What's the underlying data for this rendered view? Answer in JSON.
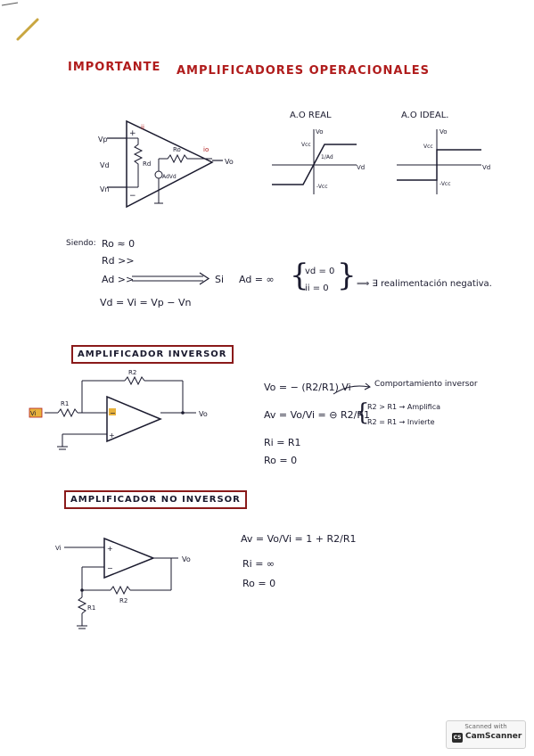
{
  "header": {
    "importante": "IMPORTANTE",
    "title": "AMPLIFICADORES OPERACIONALES"
  },
  "diagram1": {
    "vp": "Vp",
    "vd": "Vd",
    "vn": "Vn",
    "ii": "ii",
    "rd": "Rd",
    "ro": "Ro",
    "advd": "AdVd",
    "io": "io",
    "vo": "Vo",
    "plus": "+",
    "minus": "−"
  },
  "graphs": {
    "real_title": "A.O REAL",
    "ideal_title": "A.O IDEAL.",
    "vo": "Vo",
    "vd": "Vd",
    "vcc": "Vcc",
    "minus_vcc": "-Vcc",
    "slope": "1/Ad"
  },
  "ideal_conditions": {
    "label": "Siendo:",
    "cond1": "Ro ≈ 0",
    "cond2": "Rd >>",
    "cond3": "Ad >>",
    "si": "Si",
    "ad_inf": "Ad = ∞",
    "vd_zero": "vd = 0",
    "ii_zero": "ii = 0",
    "exists": "⟹ ∃ realimentación negativa.",
    "vd_eq": "Vd = Vi = Vp − Vn"
  },
  "inversor": {
    "box_title": "AMPLIFICADOR INVERSOR",
    "r1": "R1",
    "r2": "R2",
    "vi": "Vi",
    "vo": "Vo",
    "minus": "−",
    "plus": "+",
    "eq_vo": "Vo = − (R2/R1) Vi",
    "comportamiento": "Comportamiento inversor",
    "eq_av": "Av = Vo/Vi = ⊖ R2/R1",
    "case1": "R2 > R1 → Amplifica",
    "case2": "R2 = R1 → Invierte",
    "ri": "Ri = R1",
    "ro": "Ro = 0"
  },
  "no_inversor": {
    "box_title": "AMPLIFICADOR NO INVERSOR",
    "vi": "Vi",
    "vo": "Vo",
    "r1": "R1",
    "r2": "R2",
    "plus": "+",
    "minus": "−",
    "eq_av": "Av = Vo/Vi = 1 + R2/R1",
    "ri": "Ri = ∞",
    "ro": "Ro = 0"
  },
  "watermark": {
    "line1": "Scanned with",
    "brand": "CamScanner",
    "logo": "CS"
  },
  "colors": {
    "accent_red": "#b01c1c",
    "ink": "#1a1a2e",
    "box_border": "#8a1a1a"
  }
}
